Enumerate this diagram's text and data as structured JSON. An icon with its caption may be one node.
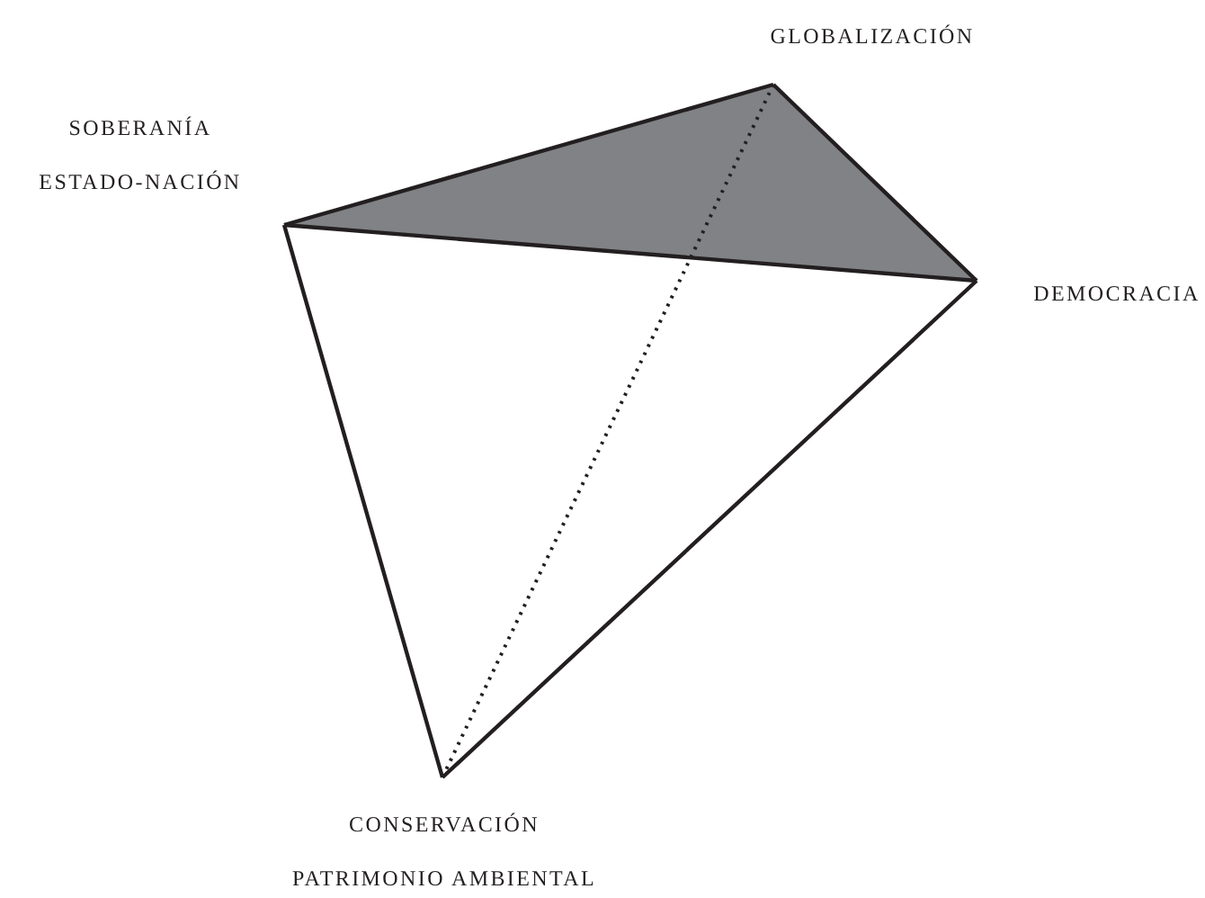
{
  "diagram": {
    "nodes": [
      {
        "text": [
          "GLOBALIZACIÓN"
        ]
      },
      {
        "text": [
          "SOBERANÍA",
          "ESTADO-NACIÓN"
        ]
      },
      {
        "text": [
          "DEMOCRACIA"
        ]
      },
      {
        "text": [
          "CONSERVACIÓN",
          "PATRIMONIO AMBIENTAL"
        ]
      }
    ],
    "edges": [
      {
        "from": 1,
        "to": 0,
        "arrow": "none"
      },
      {
        "from": 0,
        "to": 2,
        "arrow": "none"
      },
      {
        "from": 1,
        "to": 2,
        "arrow": "none"
      },
      {
        "from": 1,
        "to": 3,
        "arrow": "none"
      },
      {
        "from": 2,
        "to": 3,
        "arrow": "none"
      },
      {
        "from": 0,
        "to": 3,
        "arrow": "none",
        "style": "dashed"
      }
    ]
  }
}
